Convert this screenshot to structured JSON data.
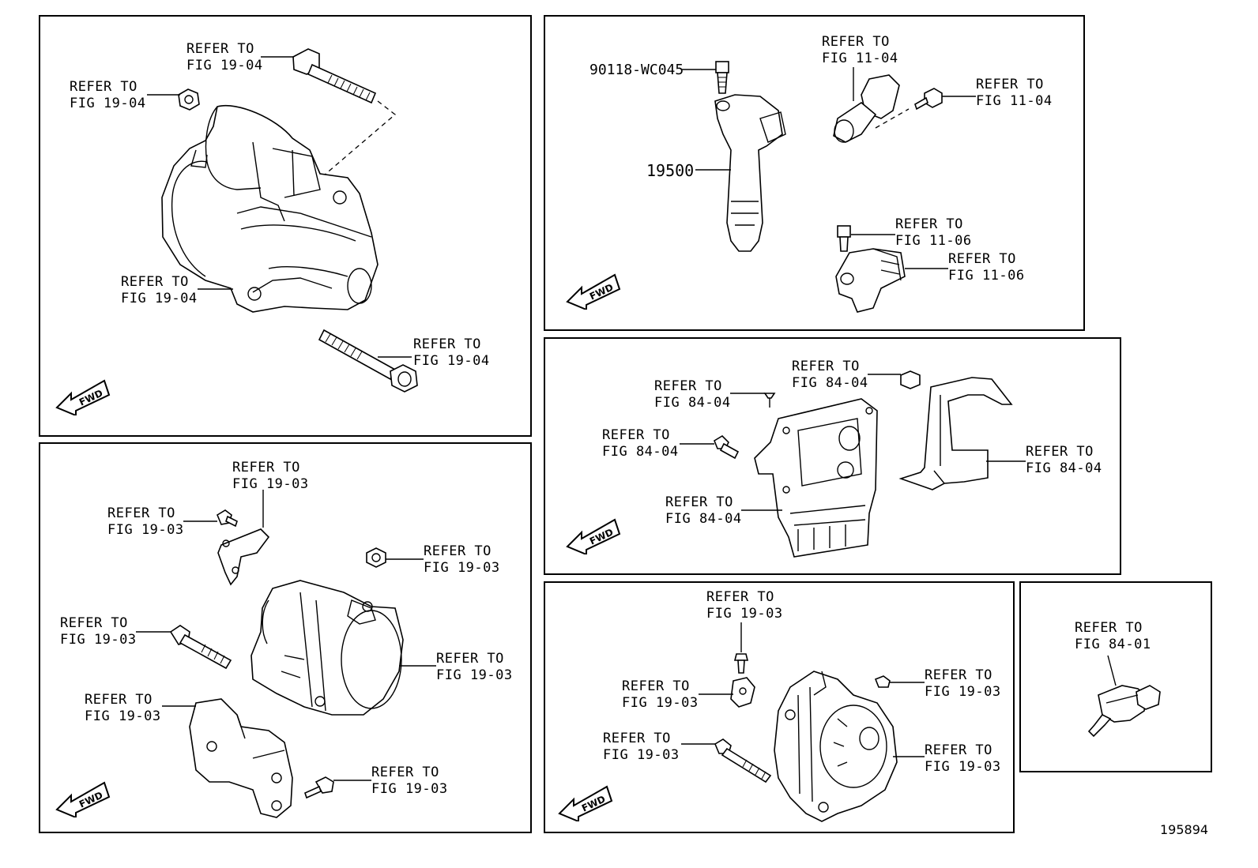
{
  "refer": {
    "starter_top_bolt": [
      "REFER TO",
      "FIG 19-04"
    ],
    "starter_nut": [
      "REFER TO",
      "FIG 19-04"
    ],
    "starter_body": [
      "REFER TO",
      "FIG 19-04"
    ],
    "starter_bottom_bolt": [
      "REFER TO",
      "FIG 19-04"
    ],
    "coil_sensor_top": [
      "REFER TO",
      "FIG 11-04"
    ],
    "coil_sensor_bolt": [
      "REFER TO",
      "FIG 11-04"
    ],
    "cam_sensor_bolt": [
      "REFER TO",
      "FIG 11-06"
    ],
    "cam_sensor_body": [
      "REFER TO",
      "FIG 11-06"
    ],
    "ecu_nut": [
      "REFER TO",
      "FIG 84-04"
    ],
    "ecu_screw": [
      "REFER TO",
      "FIG 84-04"
    ],
    "ecu_bolt": [
      "REFER TO",
      "FIG 84-04"
    ],
    "ecu_body": [
      "REFER TO",
      "FIG 84-04"
    ],
    "ecu_bracket": [
      "REFER TO",
      "FIG 84-04"
    ],
    "alt1_bracket_top": [
      "REFER TO",
      "FIG 19-03"
    ],
    "alt1_bolt_small": [
      "REFER TO",
      "FIG 19-03"
    ],
    "alt1_nut": [
      "REFER TO",
      "FIG 19-03"
    ],
    "alt1_long_bolt": [
      "REFER TO",
      "FIG 19-03"
    ],
    "alt1_body": [
      "REFER TO",
      "FIG 19-03"
    ],
    "alt1_bracket_lower": [
      "REFER TO",
      "FIG 19-03"
    ],
    "alt1_bottom_bolt": [
      "REFER TO",
      "FIG 19-03"
    ],
    "alt2_top_bolt": [
      "REFER TO",
      "FIG 19-03"
    ],
    "alt2_clip": [
      "REFER TO",
      "FIG 19-03"
    ],
    "alt2_nut": [
      "REFER TO",
      "FIG 19-03"
    ],
    "alt2_long_bolt": [
      "REFER TO",
      "FIG 19-03"
    ],
    "alt2_body": [
      "REFER TO",
      "FIG 19-03"
    ],
    "pressure_switch": [
      "REFER TO",
      "FIG 84-01"
    ]
  },
  "parts": {
    "coil_bolt_pn": "90118-WC045",
    "coil_pn": "19500"
  },
  "fwd_label": "FWD",
  "figure_ref": "195894"
}
